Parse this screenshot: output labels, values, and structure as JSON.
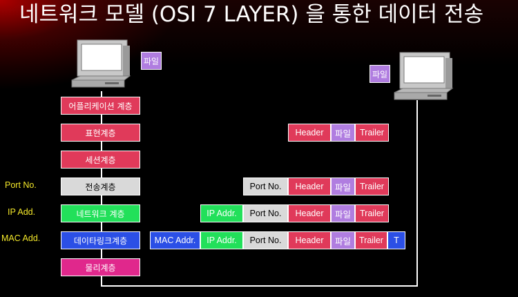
{
  "title": "네트워크 모델 (OSI 7 LAYER) 을 통한 데이터 전송",
  "file_label": "파일",
  "layers": [
    {
      "label": "어플리케이션 계층",
      "color": "#e03a5a",
      "text_color": "#ffffff"
    },
    {
      "label": "표현계층",
      "color": "#e03a5a",
      "text_color": "#ffffff"
    },
    {
      "label": "세션계층",
      "color": "#e03a5a",
      "text_color": "#ffffff"
    },
    {
      "label": "전송계층",
      "color": "#d9d9d9",
      "text_color": "#000000"
    },
    {
      "label": "네트워크 계층",
      "color": "#22e05a",
      "text_color": "#ffffff"
    },
    {
      "label": "데이타링크계층",
      "color": "#2b4fe6",
      "text_color": "#ffffff"
    },
    {
      "label": "물리계층",
      "color": "#e0288c",
      "text_color": "#ffffff"
    }
  ],
  "side_labels": {
    "port": "Port No.",
    "ip": "IP Add.",
    "mac": "MAC Add."
  },
  "segments": {
    "mac": "MAC Addr.",
    "ip": "IP Addr.",
    "port": "Port No.",
    "header": "Header",
    "file": "파일",
    "trailer": "Trailer",
    "t": "T"
  },
  "colors": {
    "header": "#e03a5a",
    "file": "#b07de0",
    "trailer": "#e03a5a",
    "port": "#d9d9d9",
    "ip": "#22e05a",
    "mac": "#2b4fe6",
    "title": "#ffffff",
    "side_text": "#f5e92a"
  },
  "icons": [
    "computer-icon-left",
    "computer-icon-right"
  ]
}
